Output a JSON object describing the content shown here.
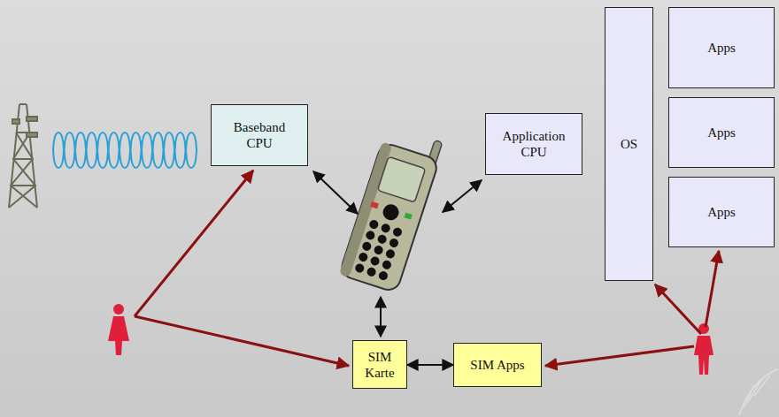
{
  "diagram": {
    "nodes": [
      {
        "text": [
          "Baseband CPU"
        ]
      },
      {
        "text": [
          "Application CPU"
        ]
      },
      {
        "text": [
          "OS"
        ]
      },
      {
        "text": [
          "Apps"
        ]
      },
      {
        "text": [
          "Apps"
        ]
      },
      {
        "text": [
          "Apps"
        ]
      },
      {
        "text": [
          "SIM Karte"
        ]
      },
      {
        "text": [
          "SIM Apps"
        ]
      }
    ],
    "edges": [
      {
        "from": 6,
        "to": 7,
        "arrow": "both"
      }
    ]
  }
}
